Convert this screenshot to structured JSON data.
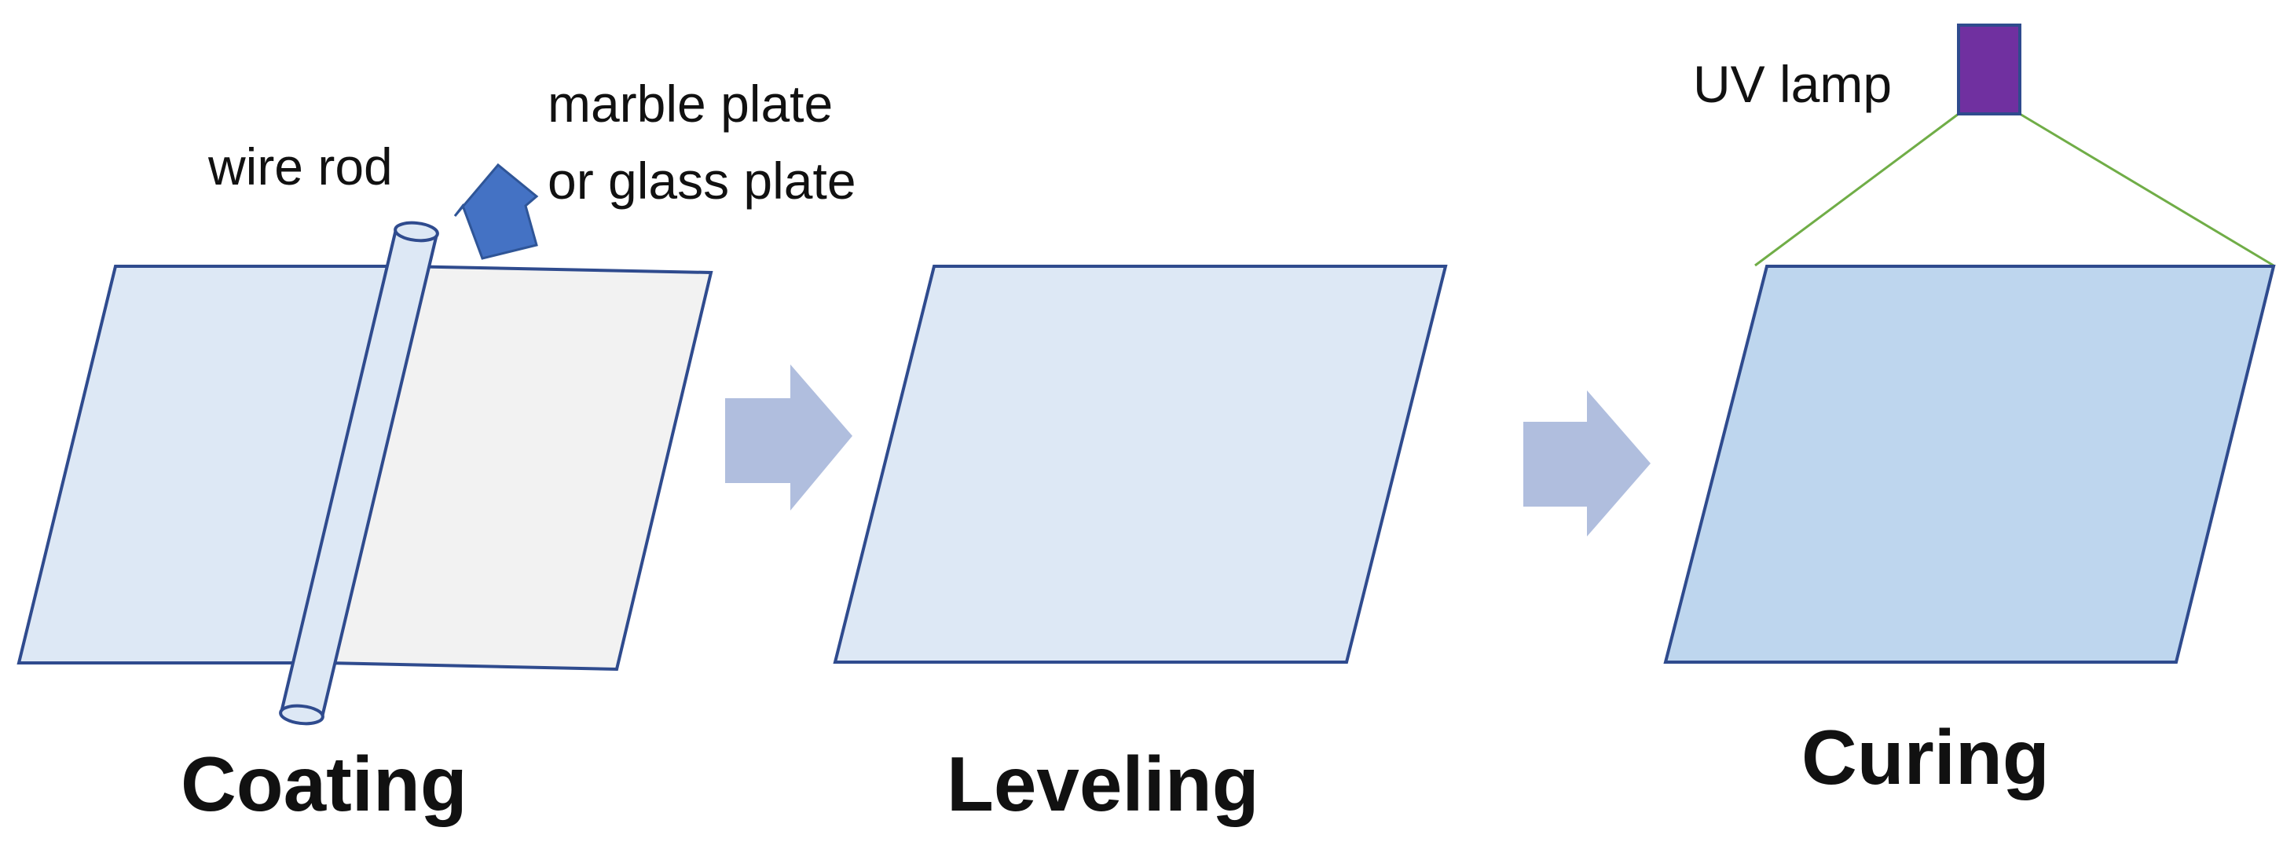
{
  "annotations": {
    "wire_rod": "wire rod",
    "plate_line1": "marble plate",
    "plate_line2": "or glass plate",
    "uv_lamp": "UV lamp"
  },
  "stages": {
    "coating": "Coating",
    "leveling": "Leveling",
    "curing": "Curing"
  },
  "colors": {
    "coated_plate_fill": "#dde8f5",
    "uncoated_plate_fill": "#f2f2f2",
    "cured_plate_fill": "#bed6ee",
    "plate_outline": "#2f4b8e",
    "pointer_arrow": "#4472c4",
    "process_arrow": "#b0bede",
    "uv_lamp_fill": "#7030a0",
    "uv_light_lines": "#70ad47"
  }
}
